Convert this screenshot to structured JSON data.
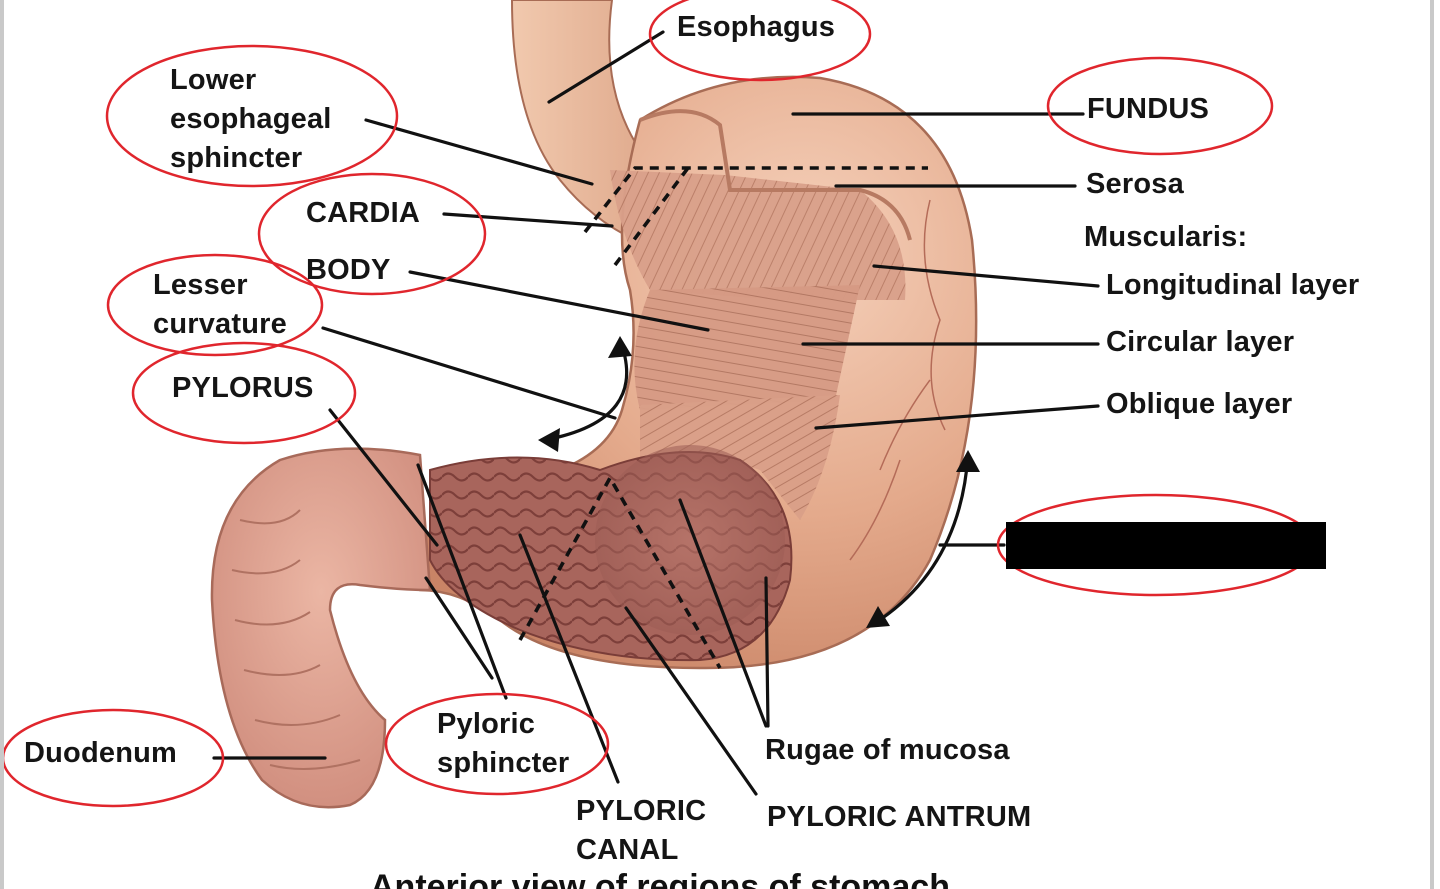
{
  "labels": {
    "esophagus": "Esophagus",
    "les_line1": "Lower",
    "les_line2": "esophageal",
    "les_line3": "sphincter",
    "fundus": "FUNDUS",
    "serosa": "Serosa",
    "muscularis": "Muscularis:",
    "cardia": "CARDIA",
    "body": "BODY",
    "lesser_line1": "Lesser",
    "lesser_line2": "curvature",
    "longitudinal": "Longitudinal layer",
    "circular": "Circular layer",
    "pylorus": "PYLORUS",
    "oblique": "Oblique layer",
    "duodenum": "Duodenum",
    "pyloric_sphincter_line1": "Pyloric",
    "pyloric_sphincter_line2": "sphincter",
    "rugae": "Rugae of mucosa",
    "pyloric_canal_line1": "PYLORIC",
    "pyloric_canal_line2": "CANAL",
    "pyloric_antrum": "PYLORIC ANTRUM"
  },
  "caption_partial": "Anterior view of regions of stomach",
  "colors": {
    "circle_highlight": "#e0262d",
    "leader_line": "#111111",
    "redaction": "#000000",
    "stomach_outer": "#e3a88a",
    "stomach_muscle": "#c98d73",
    "mucosa": "#b26f63",
    "duodenum": "#d49b8a"
  }
}
